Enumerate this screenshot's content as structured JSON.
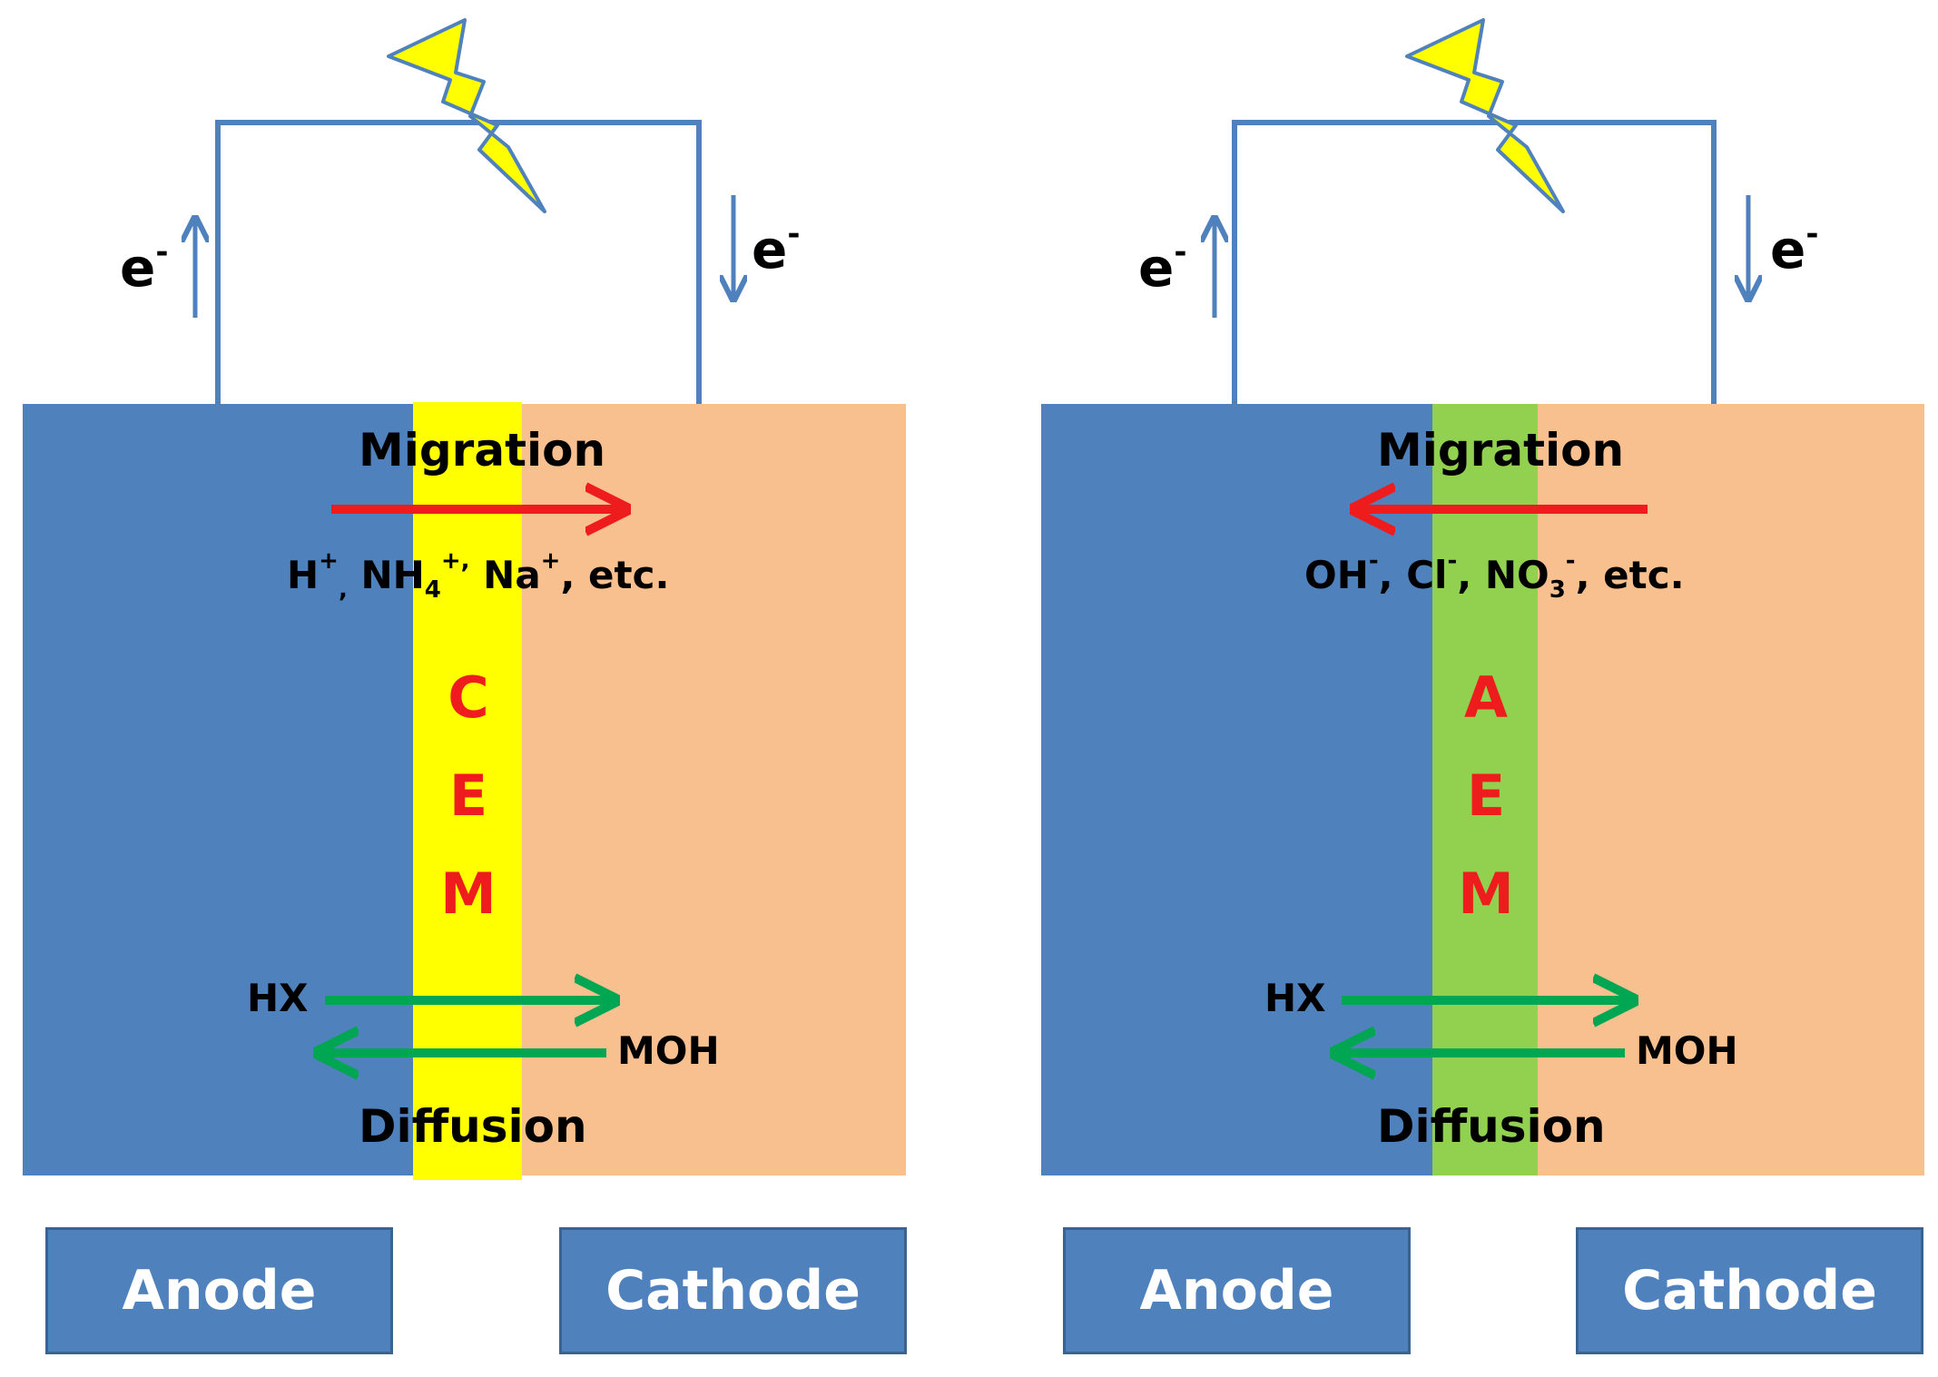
{
  "left_cell": {
    "electron_left": "e",
    "electron_right": "e",
    "electron_charge": "-",
    "migration_label": "Migration",
    "ions": {
      "h": "H",
      "plus": "+",
      "comma_low": ",",
      "nh": "NH",
      "sub4": "4",
      "plus_comma": "+,",
      "na": "Na",
      "rest": ", etc."
    },
    "membrane_letters": [
      "C",
      "E",
      "M"
    ],
    "hx_label": "HX",
    "moh_label": "MOH",
    "diffusion_label": "Diffusion",
    "anode_label": "Anode",
    "cathode_label": "Cathode",
    "membrane_color": "#ffff00"
  },
  "right_cell": {
    "electron_left": "e",
    "electron_right": "e",
    "electron_charge": "-",
    "migration_label": "Migration",
    "ions": {
      "oh": "OH",
      "minus": "-",
      "cl": ", Cl",
      "no": ", NO",
      "sub3": "3",
      "rest": ", etc."
    },
    "membrane_letters": [
      "A",
      "E",
      "M"
    ],
    "hx_label": "HX",
    "moh_label": "MOH",
    "diffusion_label": "Diffusion",
    "anode_label": "Anode",
    "cathode_label": "Cathode",
    "membrane_color": "#92d050"
  },
  "colors": {
    "anode_chamber": "#4f81bd",
    "cathode_chamber": "#f8bf8f",
    "wire": "#4f81bd",
    "migration_arrow": "#ee1c1c",
    "diffusion_arrow": "#00a651",
    "bolt_fill": "#ffff00"
  }
}
